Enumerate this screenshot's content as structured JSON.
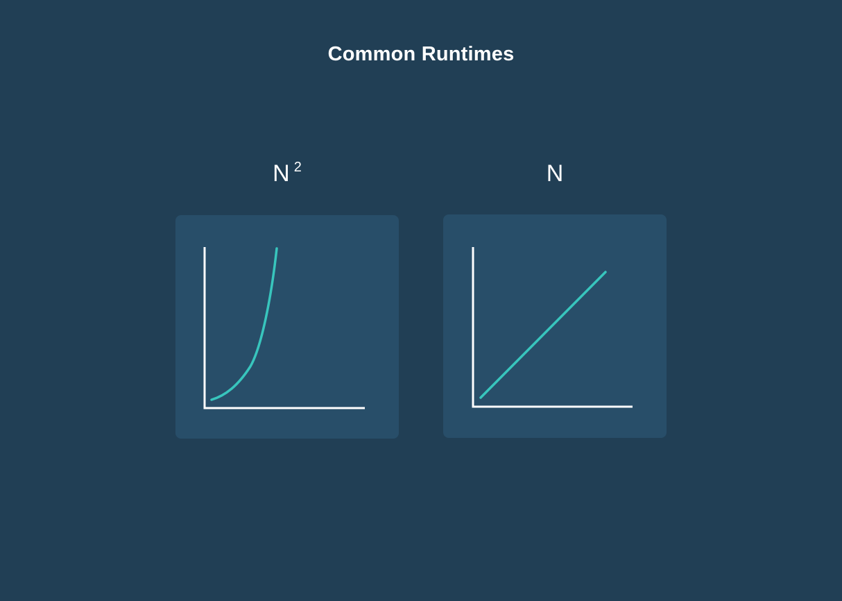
{
  "page": {
    "title": "Common Runtimes"
  },
  "colors": {
    "background": "#213f55",
    "card": "#284e69",
    "axis": "#ffffff",
    "curve": "#38c5bd"
  },
  "charts": [
    {
      "label": "N",
      "superscript": "2",
      "curve_type": "quadratic"
    },
    {
      "label": "N",
      "superscript": "",
      "curve_type": "linear"
    }
  ]
}
